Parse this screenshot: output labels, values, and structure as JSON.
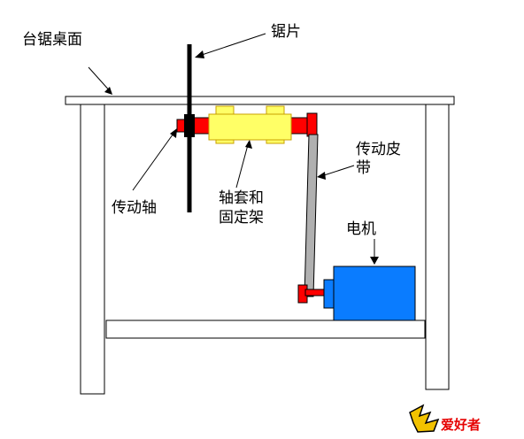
{
  "labels": {
    "table_top": "台锯桌面",
    "saw_blade": "锯片",
    "drive_belt_line1": "传动皮",
    "drive_belt_line2": "带",
    "drive_shaft": "传动轴",
    "sleeve_line1": "轴套和",
    "sleeve_line2": "固定架",
    "motor": "电机"
  },
  "watermark": {
    "text": "爱好者"
  },
  "colors": {
    "line": "#000000",
    "sleeve_fill": "#ffff66",
    "sleeve_stroke": "#c8a000",
    "shaft_red": "#ff0000",
    "motor_blue": "#0a7cff",
    "belt_gray": "#b0b0b0",
    "blade": "#000000"
  }
}
